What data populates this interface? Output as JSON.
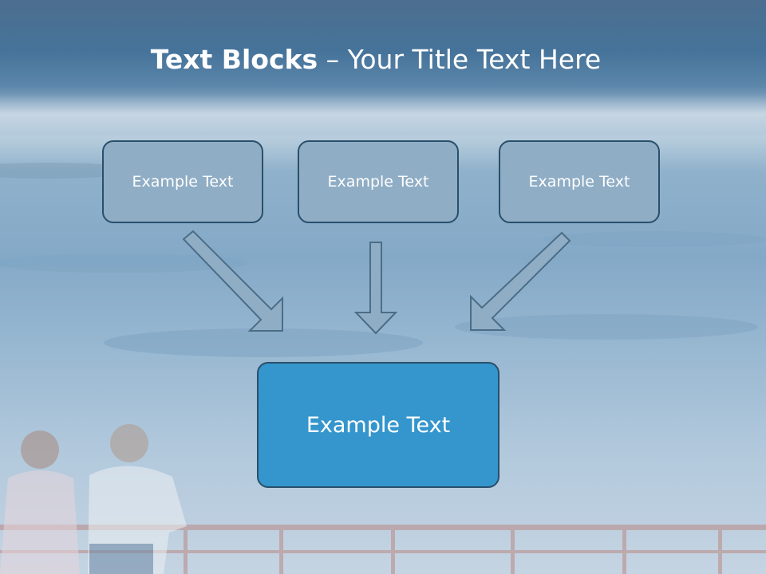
{
  "slide": {
    "title_bold": "Text Blocks",
    "title_dash": " – ",
    "title_rest": "Your Title Text Here"
  },
  "blocks": {
    "top": [
      {
        "label": "Example Text"
      },
      {
        "label": "Example Text"
      },
      {
        "label": "Example Text"
      }
    ],
    "bottom": {
      "label": "Example Text"
    }
  },
  "colors": {
    "header": "#3f6f98",
    "top_box_fill": "#8fadc5",
    "bottom_box_fill": "#3496cc",
    "box_border": "#2a4f6a",
    "arrow_fill": "#8fadc5",
    "arrow_stroke": "#4b6d87"
  }
}
